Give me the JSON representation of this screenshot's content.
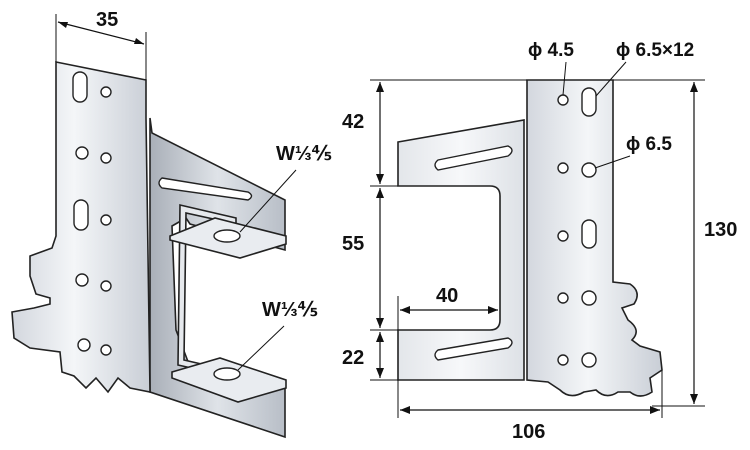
{
  "colors": {
    "background": "#ffffff",
    "ink": "#111111",
    "metal_light": "#eef0f3",
    "metal_mid": "#d3d7de",
    "metal_dark": "#a9afb8"
  },
  "perspective_view": {
    "top_width_label": "35",
    "upper_nut_label": "W⅓⅘",
    "lower_nut_label": "W⅓⅘"
  },
  "front_view": {
    "hole_small_label": "ϕ 4.5",
    "slot_label": "ϕ 6.5×12",
    "hole_large_label": "ϕ 6.5",
    "dim_top_label": "42",
    "dim_mid_label": "55",
    "dim_bottom_label": "22",
    "dim_opening_label": "40",
    "dim_height_label": "130",
    "dim_width_label": "106"
  }
}
